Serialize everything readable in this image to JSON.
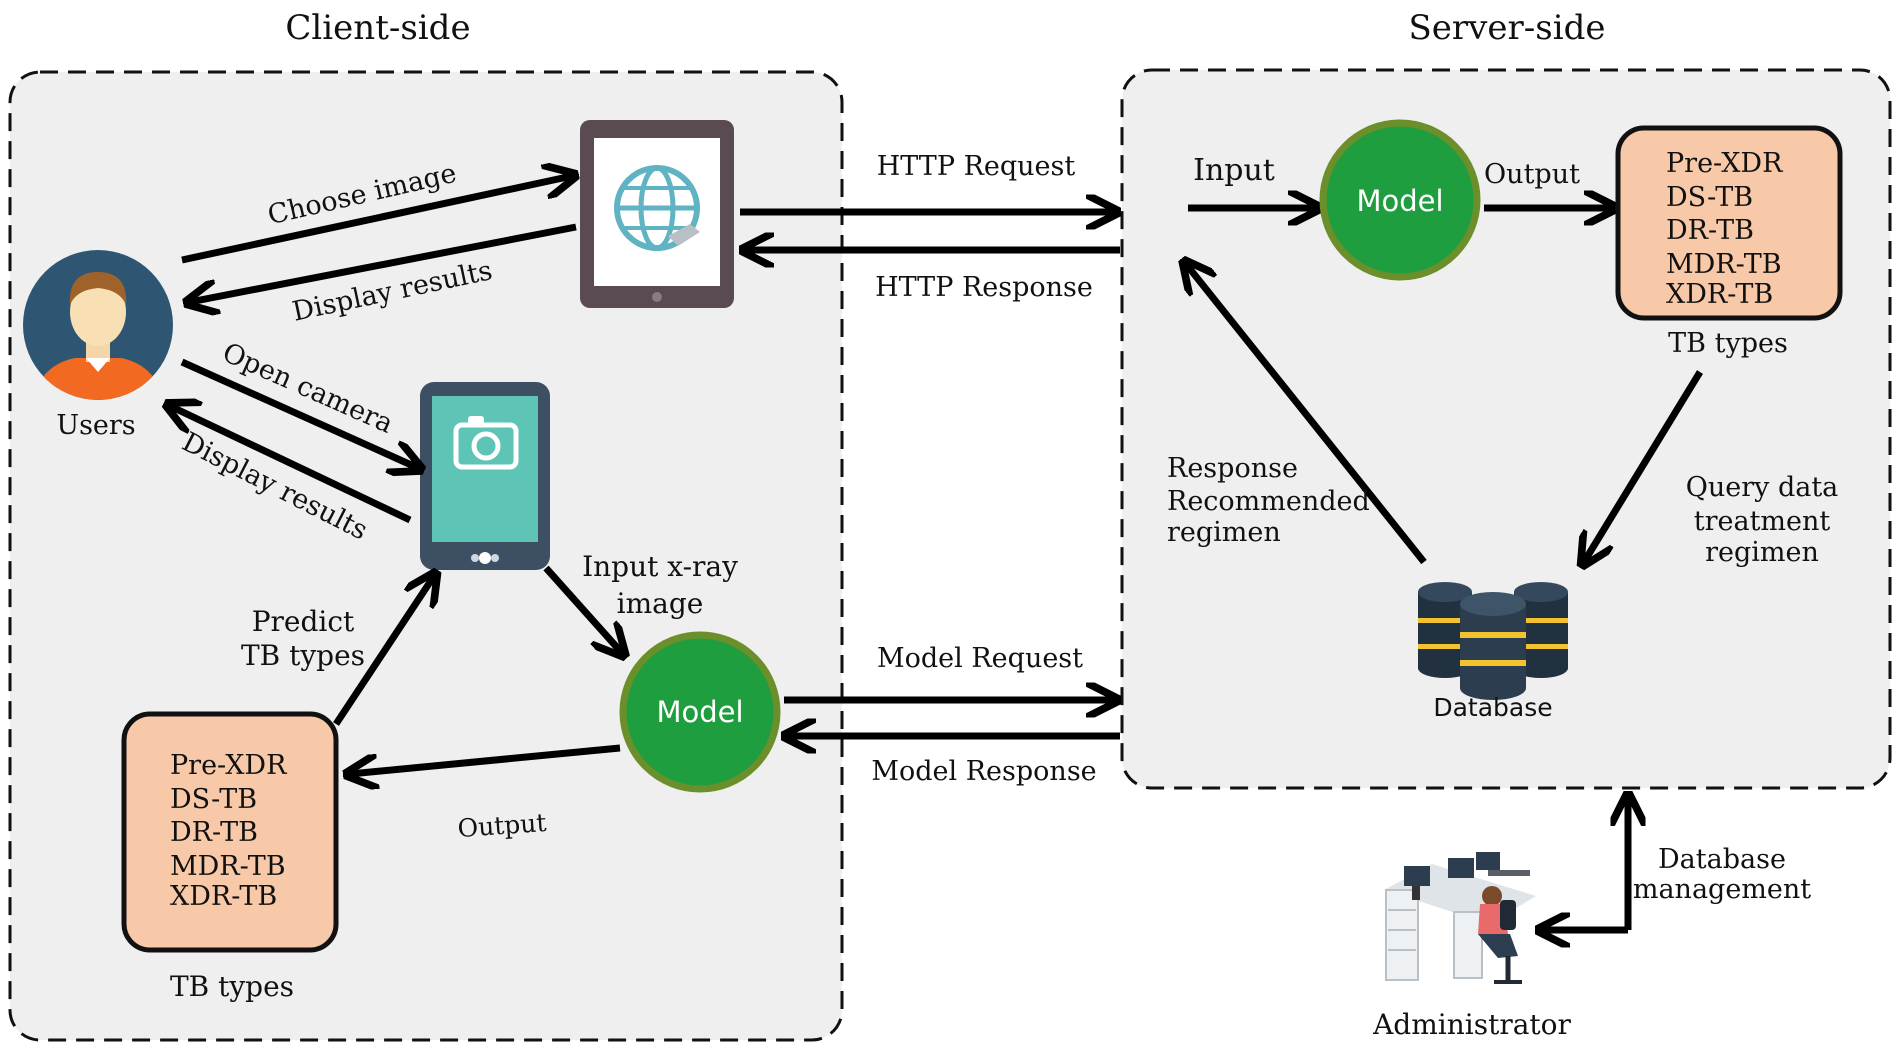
{
  "client": {
    "title": "Client-side",
    "users_label": "Users",
    "choose_image": "Choose image",
    "display_results_top": "Display results",
    "open_camera": "Open camera",
    "display_results_bottom": "Display results",
    "predict_line1": "Predict",
    "predict_line2": "TB types",
    "input_xray_line1": "Input x-ray",
    "input_xray_line2": "image",
    "model_label": "Model",
    "output_label": "Output",
    "tb_types_list": [
      "Pre-XDR",
      "DS-TB",
      "DR-TB",
      "MDR-TB",
      "XDR-TB"
    ],
    "tb_types_caption": "TB types"
  },
  "middle": {
    "http_request": "HTTP Request",
    "http_response": "HTTP  Response",
    "model_request": "Model Request",
    "model_response": "Model Response"
  },
  "server": {
    "title": "Server-side",
    "input_label": "Input",
    "model_label": "Model",
    "output_label": "Output",
    "tb_types_list": [
      "Pre-XDR",
      "DS-TB",
      "DR-TB",
      "MDR-TB",
      "XDR-TB"
    ],
    "tb_types_caption": "TB types",
    "response_line1": "Response",
    "response_line2": "Recommended",
    "response_line3": "regimen",
    "query_line1": "Query data",
    "query_line2": "treatment",
    "query_line3": "regimen",
    "database_label": "Database"
  },
  "admin": {
    "db_mgmt_line1": "Database",
    "db_mgmt_line2": "management",
    "administrator_label": "Administrator"
  },
  "colors": {
    "panel_fill": "#efefef",
    "model_green": "#1e9e3e",
    "model_border": "#6b8f2a",
    "tb_box_fill": "#f8c9a8",
    "tablet_frame": "#5a4a52",
    "phone_body": "#3d4f63",
    "phone_screen": "#5ec4b6",
    "user_bg": "#2e5673",
    "user_shirt": "#f26a21",
    "db_stack": "#22313f",
    "db_band": "#f2c230"
  }
}
